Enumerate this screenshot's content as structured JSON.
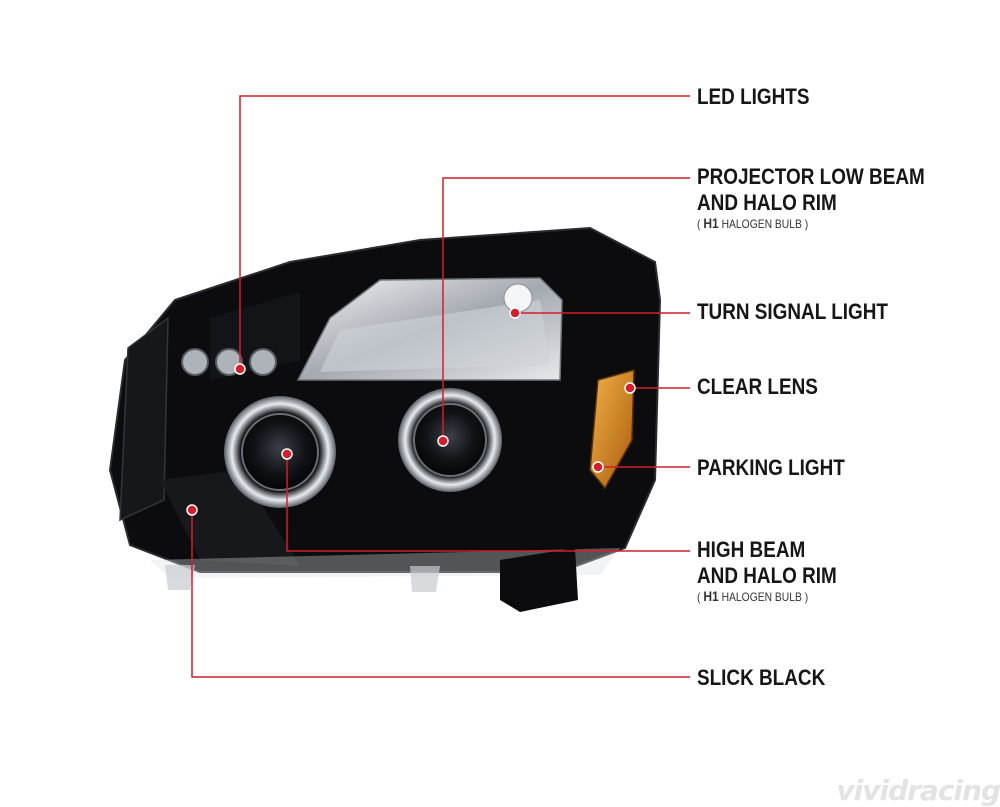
{
  "callouts": {
    "led_lights": "LED LIGHTS",
    "projector_low_beam_line1": "PROJECTOR LOW BEAM",
    "projector_low_beam_line2": "AND HALO RIM",
    "projector_low_beam_bulb": "H1",
    "projector_low_beam_bulb_suffix": "HALOGEN BULB",
    "turn_signal": "TURN SIGNAL LIGHT",
    "clear_lens": "CLEAR LENS",
    "parking_light": "PARKING LIGHT",
    "high_beam_line1": "HIGH BEAM",
    "high_beam_line2": "AND HALO RIM",
    "high_beam_bulb": "H1",
    "high_beam_bulb_suffix": "HALOGEN BULB",
    "slick_black": "SLICK BLACK"
  },
  "watermark": "vividracing",
  "colors": {
    "leader_line": "#d11f2c",
    "dot": "#d11f2c",
    "housing": "#0d0d0f",
    "amber": "#d98a1c",
    "chrome": "#d9dde2"
  }
}
